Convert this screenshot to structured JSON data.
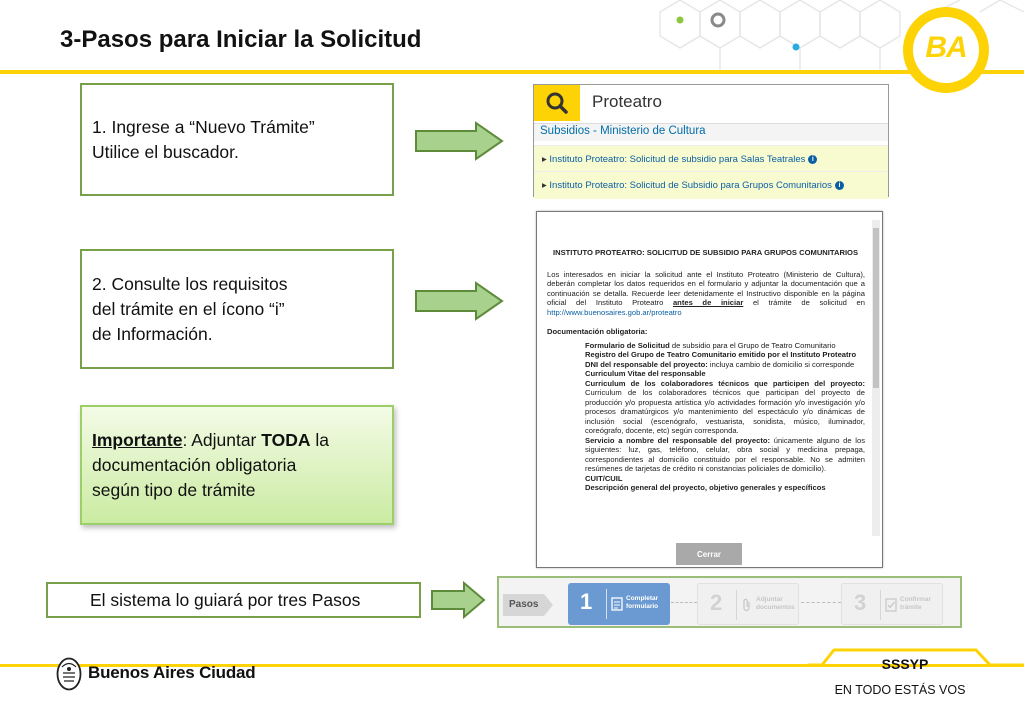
{
  "slide": {
    "title": "3-Pasos para Iniciar la Solicitud"
  },
  "branding": {
    "ba_logo_text": "BA",
    "city_name": "Buenos Aires Ciudad",
    "org": "SSSYP",
    "tagline": "EN TODO ESTÁS VOS"
  },
  "colors": {
    "brand_yellow": "#fdd306",
    "box_border_green": "#77a04a",
    "arrow_green": "#a9d18e",
    "step_active_blue": "#6a9ad1"
  },
  "steps_text": {
    "step1_line1": "1. Ingrese a “Nuevo Trámite”",
    "step1_line2": "Utilice el buscador.",
    "step2_line1": "2. Consulte los requisitos",
    "step2_line2": "del trámite en el ícono “i”",
    "step2_line3": "de Información.",
    "important_label": "Importante",
    "important_text1": ": Adjuntar ",
    "important_bold": "TODA",
    "important_text2": " la",
    "important_line2": "documentación obligatoria",
    "important_line3": "según tipo de trámite",
    "guide": "El sistema lo guiará por tres Pasos"
  },
  "search": {
    "icon": "search-icon",
    "query": "Proteatro",
    "section": "Subsidios - Ministerio de Cultura",
    "results": [
      "Instituto Proteatro: Solicitud de subsidio para Salas Teatrales",
      "Instituto Proteatro: Solicitud de Subsidio para Grupos Comunitarios"
    ]
  },
  "requirements": {
    "title": "INSTITUTO PROTEATRO: SOLICITUD DE SUBSIDIO PARA GRUPOS COMUNITARIOS",
    "intro": "Los interesados en iniciar la solicitud ante el Instituto Proteatro (Ministerio de Cultura), deberán completar los datos requeridos en el formulario y adjuntar la documentación que a continuación se detalla. Recuerde leer detenidamente el Instructivo disponible en la página oficial del Instituto Proteatro ",
    "intro_bold": "antes de iniciar",
    "intro_tail": " el trámite de solicitud en ",
    "link": "http://www.buenosaires.gob.ar/proteatro",
    "doc_label": "Documentación obligatoria:",
    "items": [
      {
        "bold": "Formulario de Solicitud",
        "text": " de subsidio para el Grupo de Teatro Comunitario"
      },
      {
        "bold": "Registro del Grupo de Teatro Comunitario emitido por el Instituto Proteatro",
        "text": ""
      },
      {
        "bold": "DNI del responsable del proyecto:",
        "text": " incluya cambio de domicilio si corresponde"
      },
      {
        "bold": "Curriculum Vitae del responsable",
        "text": ""
      },
      {
        "bold": "Curriculum de los colaboradores técnicos que participen del proyecto:",
        "text": " Curriculum de los colaboradores técnicos que participan del proyecto de producción y/o propuesta artística y/o actividades formación y/o investigación y/o procesos dramatúrgicos y/o mantenimiento del espectáculo y/o dinámicas de inclusión social (escenógrafo, vestuarista, sonidista, músico, iluminador, coreógrafo, docente, etc) según corresponda."
      },
      {
        "bold": "Servicio a nombre del responsable del proyecto:",
        "text": " únicamente alguno de los siguientes: luz, gas, teléfono, celular, obra social y medicina prepaga, correspondientes al domicilio constituido por el responsable. No se admiten resúmenes de tarjetas de crédito ni constancias policiales de domicilio)."
      },
      {
        "bold": "CUIT/CUIL",
        "text": ""
      },
      {
        "bold": "Descripción general del proyecto, objetivo generales y específicos",
        "text": ""
      }
    ],
    "close_label": "Cerrar"
  },
  "stepper": {
    "pasos_label": "Pasos",
    "steps": [
      {
        "num": "1",
        "label": "Completar formulario",
        "icon": "form-icon"
      },
      {
        "num": "2",
        "label": "Adjuntar documentos",
        "icon": "paperclip-icon"
      },
      {
        "num": "3",
        "label": "Confirmar trámite",
        "icon": "confirm-icon"
      }
    ]
  }
}
